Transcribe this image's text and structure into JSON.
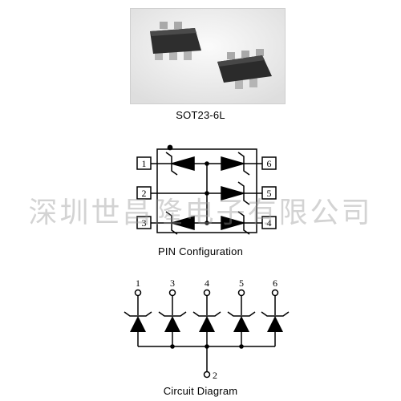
{
  "package_label": "SOT23-6L",
  "pin_config_label": "PIN Configuration",
  "circuit_label": "Circuit Diagram",
  "watermark": "深圳世昌隆电子有限公司",
  "pin_numbers": {
    "p1": "1",
    "p2": "2",
    "p3": "3",
    "p4": "4",
    "p5": "5",
    "p6": "6"
  },
  "circuit_pins": [
    "1",
    "3",
    "4",
    "5",
    "6"
  ],
  "circuit_ground_pin": "2",
  "colors": {
    "line": "#000000",
    "chip_body": "#2b2b2b",
    "chip_lead": "#b9b9b9",
    "watermark": "#969696"
  }
}
